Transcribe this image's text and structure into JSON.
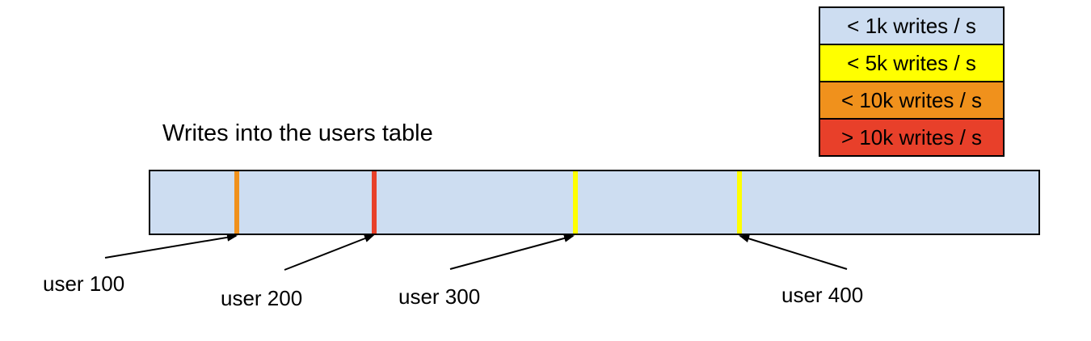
{
  "title": "Writes into the users table",
  "legend": {
    "items": [
      {
        "label": "< 1k writes / s",
        "color": "#cdddf1"
      },
      {
        "label": "< 5k writes / s",
        "color": "#ffff00"
      },
      {
        "label": "< 10k writes / s",
        "color": "#f0911c"
      },
      {
        "label": "> 10k writes / s",
        "color": "#e8402a"
      }
    ]
  },
  "bar": {
    "fill": "#cdddf1"
  },
  "markers": [
    {
      "user": "user 100",
      "color": "#f0911c"
    },
    {
      "user": "user 200",
      "color": "#e8402a"
    },
    {
      "user": "user 300",
      "color": "#ffff00"
    },
    {
      "user": "user 400",
      "color": "#ffff00"
    }
  ],
  "colors": {
    "arrow": "#000000",
    "border": "#000000"
  }
}
